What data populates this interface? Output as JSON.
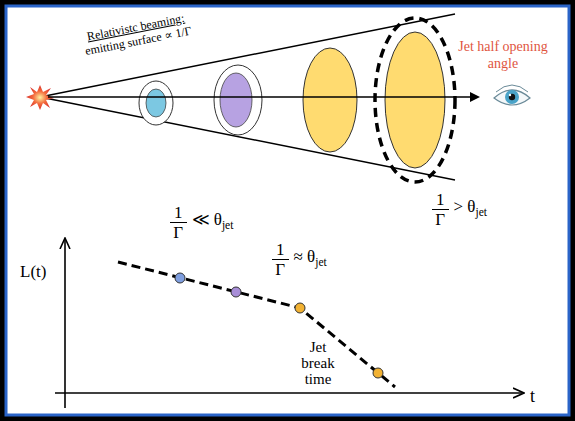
{
  "diagram": {
    "labels": [
      "Relativistc beaming:",
      "emitting surface ∝ 1/Γ",
      "Jet half opening angle",
      "1",
      "Γ",
      "≪ θ",
      "jet",
      "1",
      "Γ",
      "≈ θ",
      "jet",
      "1",
      "Γ",
      "> θ",
      "jet",
      "L(t)",
      "Jet break time",
      "t"
    ]
  }
}
